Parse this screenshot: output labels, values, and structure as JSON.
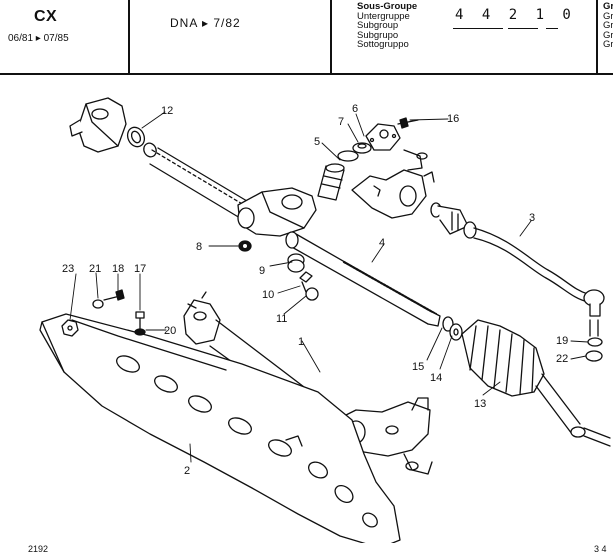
{
  "header": {
    "model": "CX",
    "period": "06/81 ▸ 07/85",
    "variant": "DNA ▸ 7/82",
    "subgroup_labels": [
      "Sous-Groupe",
      "Untergruppe",
      "Subgroup",
      "Subgrupo",
      "Sottogruppo"
    ],
    "subgroup_code": "4 4 2 1 0",
    "group_labels": [
      "Gr",
      "Gr",
      "Gr",
      "Gr",
      "Gr"
    ]
  },
  "callouts": [
    "1",
    "2",
    "3",
    "4",
    "5",
    "6",
    "7",
    "8",
    "9",
    "10",
    "11",
    "12",
    "13",
    "14",
    "15",
    "16",
    "17",
    "18",
    "19",
    "20",
    "21",
    "22",
    "23"
  ],
  "footer": {
    "plate_number": "2192",
    "page_number": "3 4"
  }
}
